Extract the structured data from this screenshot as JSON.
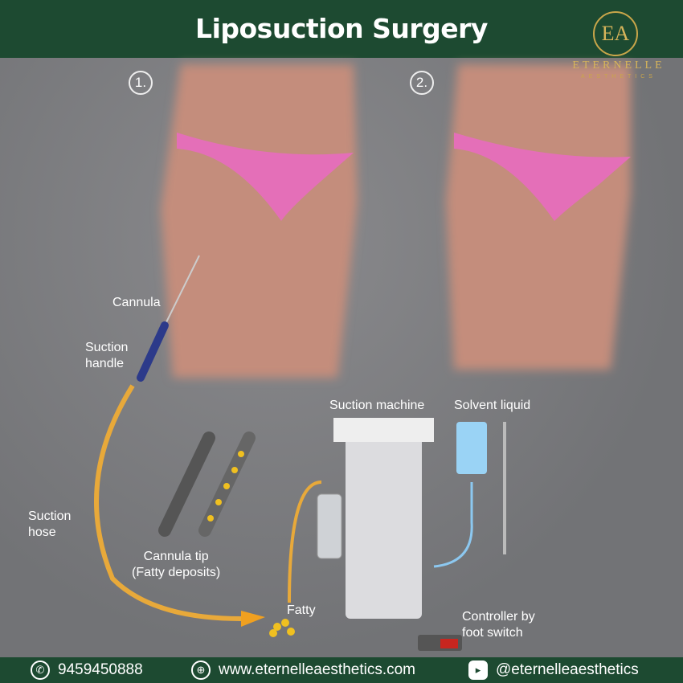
{
  "header": {
    "title": "Liposuction Surgery"
  },
  "logo": {
    "monogram": "EA",
    "brand": "ETERNELLE",
    "subtitle": "AESTHETICS"
  },
  "steps": [
    "1.",
    "2."
  ],
  "labels": {
    "cannula": "Cannula",
    "suction_handle": "Suction\nhandle",
    "suction_hose": "Suction\nhose",
    "cannula_tip": "Cannula tip\n(Fatty deposits)",
    "fatty": "Fatty",
    "suction_machine": "Suction machine",
    "solvent_liquid": "Solvent liquid",
    "controller": "Controller by\nfoot switch"
  },
  "footer": {
    "phone": "9459450888",
    "website": "www.eternelleaesthetics.com",
    "social": "@eternelleaesthetics",
    "icons": [
      "phone-icon",
      "globe-icon",
      "youtube-icon"
    ]
  },
  "colors": {
    "header": "#1d4a31",
    "gold": "#d6b45a",
    "underwear": "#e46fb8",
    "skin": "#c9907c",
    "hose": "#e8a93a",
    "fluid": "#8cc8f0"
  }
}
